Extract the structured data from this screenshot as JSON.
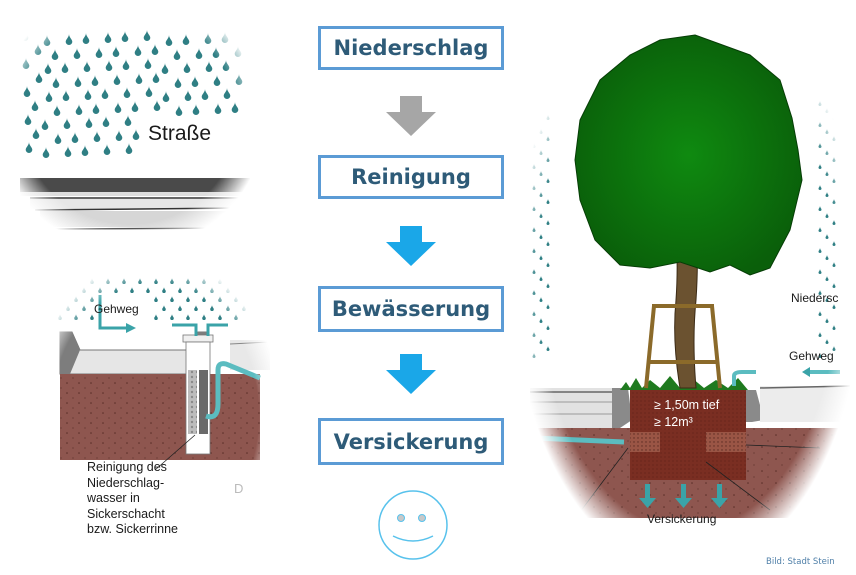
{
  "flow": {
    "steps": [
      {
        "label": "Niederschlag"
      },
      {
        "label": "Reinigung"
      },
      {
        "label": "Bewässerung"
      },
      {
        "label": "Versickerung"
      }
    ],
    "arrows": [
      {
        "color": "#a6a6a6"
      },
      {
        "color": "#1aa7e8"
      },
      {
        "color": "#1aa7e8"
      }
    ],
    "end_icon": "smiley-face-icon"
  },
  "panels": {
    "street": {
      "label": "Straße"
    },
    "cleaning": {
      "sidewalk_label": "Gehweg",
      "caption_lines": [
        "Reinigung des",
        "Niederschlag-",
        "wasser in",
        "Sickerschacht",
        "bzw. Sickerrinne"
      ],
      "cut_label": "D"
    },
    "tree": {
      "precip_label": "Niedersc",
      "sidewalk_label": "Gehweg",
      "depth_label": "≥ 1,50m tief",
      "volume_label": "≥ 12m³",
      "infiltration_label": "Versickerung"
    }
  },
  "colors": {
    "box_border": "#5b9bd5",
    "box_text": "#2e5b78",
    "rain": "#2f7f84",
    "soil": "#8e564f",
    "tree_pit": "#7a2e22",
    "foliage": "#107a10",
    "water": "#5bbcc0"
  },
  "credit": "Bild: Stadt Stein"
}
